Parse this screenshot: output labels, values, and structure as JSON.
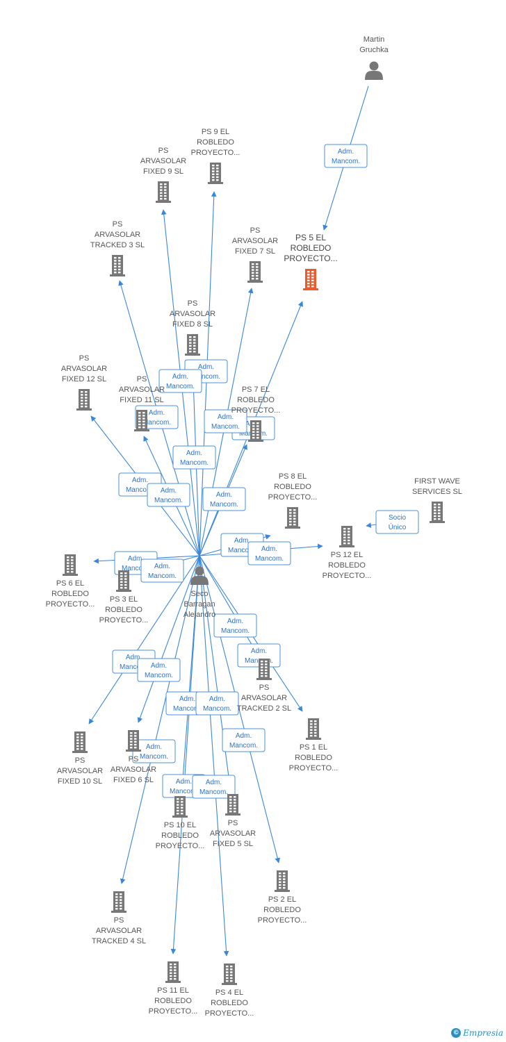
{
  "brand": {
    "copyright_symbol": "©",
    "name": "Empresia"
  },
  "colors": {
    "edge": "#3a87d6",
    "building": "#777777",
    "building_highlight": "#f05a28",
    "person": "#777777"
  },
  "nodes": [
    {
      "id": "martin",
      "kind": "person",
      "icon": "person-icon",
      "label": [
        "Martin",
        "Gruchka"
      ]
    },
    {
      "id": "seco",
      "kind": "person",
      "icon": "person-icon",
      "label": [
        "Seco",
        "Barragan",
        "Alejandro"
      ]
    },
    {
      "id": "ps5",
      "kind": "company",
      "highlight": true,
      "icon": "building-icon",
      "label": [
        "PS 5 EL",
        "ROBLEDO",
        "PROYECTO..."
      ]
    },
    {
      "id": "ps9",
      "kind": "company",
      "icon": "building-icon",
      "label": [
        "PS 9 EL",
        "ROBLEDO",
        "PROYECTO..."
      ]
    },
    {
      "id": "arvf9",
      "kind": "company",
      "icon": "building-icon",
      "label": [
        "PS",
        "ARVASOLAR",
        "FIXED 9 SL"
      ]
    },
    {
      "id": "arvt3",
      "kind": "company",
      "icon": "building-icon",
      "label": [
        "PS",
        "ARVASOLAR",
        "TRACKED 3 SL"
      ]
    },
    {
      "id": "arvf7",
      "kind": "company",
      "icon": "building-icon",
      "label": [
        "PS",
        "ARVASOLAR",
        "FIXED 7 SL"
      ]
    },
    {
      "id": "arvf8",
      "kind": "company",
      "icon": "building-icon",
      "label": [
        "PS",
        "ARVASOLAR",
        "FIXED 8 SL"
      ]
    },
    {
      "id": "arvf12",
      "kind": "company",
      "icon": "building-icon",
      "label": [
        "PS",
        "ARVASOLAR",
        "FIXED 12 SL"
      ]
    },
    {
      "id": "arvf11",
      "kind": "company",
      "icon": "building-icon",
      "label": [
        "PS",
        "ARVASOLAR",
        "FIXED 11 SL"
      ]
    },
    {
      "id": "ps7",
      "kind": "company",
      "icon": "building-icon",
      "label": [
        "PS 7 EL",
        "ROBLEDO",
        "PROYECTO..."
      ]
    },
    {
      "id": "ps8",
      "kind": "company",
      "icon": "building-icon",
      "label": [
        "PS 8 EL",
        "ROBLEDO",
        "PROYECTO..."
      ]
    },
    {
      "id": "firstwave",
      "kind": "company",
      "icon": "building-icon",
      "label": [
        "FIRST WAVE",
        "SERVICES SL"
      ]
    },
    {
      "id": "ps12",
      "kind": "company",
      "icon": "building-icon",
      "label": [
        "PS 12 EL",
        "ROBLEDO",
        "PROYECTO..."
      ]
    },
    {
      "id": "ps6",
      "kind": "company",
      "icon": "building-icon",
      "label": [
        "PS 6 EL",
        "ROBLEDO",
        "PROYECTO..."
      ]
    },
    {
      "id": "ps3",
      "kind": "company",
      "icon": "building-icon",
      "label": [
        "PS 3 EL",
        "ROBLEDO",
        "PROYECTO..."
      ]
    },
    {
      "id": "arvt2",
      "kind": "company",
      "icon": "building-icon",
      "label": [
        "PS",
        "ARVASOLAR",
        "TRACKED 2 SL"
      ]
    },
    {
      "id": "ps1",
      "kind": "company",
      "icon": "building-icon",
      "label": [
        "PS 1 EL",
        "ROBLEDO",
        "PROYECTO..."
      ]
    },
    {
      "id": "arvf10",
      "kind": "company",
      "icon": "building-icon",
      "label": [
        "PS",
        "ARVASOLAR",
        "FIXED 10 SL"
      ]
    },
    {
      "id": "arvf6",
      "kind": "company",
      "icon": "building-icon",
      "label": [
        "PS",
        "ARVASOLAR",
        "FIXED 6 SL"
      ]
    },
    {
      "id": "ps10",
      "kind": "company",
      "icon": "building-icon",
      "label": [
        "PS 10 EL",
        "ROBLEDO",
        "PROYECTO..."
      ]
    },
    {
      "id": "arvf5",
      "kind": "company",
      "icon": "building-icon",
      "label": [
        "PS",
        "ARVASOLAR",
        "FIXED 5 SL"
      ]
    },
    {
      "id": "ps2",
      "kind": "company",
      "icon": "building-icon",
      "label": [
        "PS 2 EL",
        "ROBLEDO",
        "PROYECTO..."
      ]
    },
    {
      "id": "arvt4",
      "kind": "company",
      "icon": "building-icon",
      "label": [
        "PS",
        "ARVASOLAR",
        "TRACKED 4 SL"
      ]
    },
    {
      "id": "ps11",
      "kind": "company",
      "icon": "building-icon",
      "label": [
        "PS 11 EL",
        "ROBLEDO",
        "PROYECTO..."
      ]
    },
    {
      "id": "ps4",
      "kind": "company",
      "icon": "building-icon",
      "label": [
        "PS 4 EL",
        "ROBLEDO",
        "PROYECTO..."
      ]
    }
  ],
  "edges": [
    {
      "from": "martin",
      "to": "ps5",
      "label": [
        "Adm.",
        "Mancom."
      ]
    },
    {
      "from": "firstwave",
      "to": "ps12",
      "label": [
        "Socio",
        "Único"
      ]
    },
    {
      "from": "seco",
      "to": "ps9",
      "label": [
        "Adm.",
        "Mancom."
      ]
    },
    {
      "from": "seco",
      "to": "arvf9",
      "label": [
        "Adm.",
        "Mancom."
      ]
    },
    {
      "from": "seco",
      "to": "arvt3",
      "label": [
        "Adm.",
        "Mancom."
      ]
    },
    {
      "from": "seco",
      "to": "arvf7",
      "label": [
        "Adm.",
        "Mancom."
      ]
    },
    {
      "from": "seco",
      "to": "ps5",
      "label": [
        "Adm.",
        "Mancom."
      ]
    },
    {
      "from": "seco",
      "to": "arvf8",
      "label": [
        "Adm.",
        "Mancom."
      ]
    },
    {
      "from": "seco",
      "to": "arvf12",
      "label": [
        "Adm.",
        "Mancom."
      ]
    },
    {
      "from": "seco",
      "to": "arvf11",
      "label": [
        "Adm.",
        "Mancom."
      ]
    },
    {
      "from": "seco",
      "to": "ps7",
      "label": [
        "Adm.",
        "Mancom."
      ]
    },
    {
      "from": "seco",
      "to": "ps8",
      "label": [
        "Adm.",
        "Mancom."
      ]
    },
    {
      "from": "seco",
      "to": "ps12",
      "label": [
        "Adm.",
        "Mancom."
      ]
    },
    {
      "from": "seco",
      "to": "ps6",
      "label": [
        "Adm.",
        "Mancom."
      ]
    },
    {
      "from": "seco",
      "to": "ps3",
      "label": [
        "Adm.",
        "Mancom."
      ]
    },
    {
      "from": "seco",
      "to": "arvt2",
      "label": [
        "Adm.",
        "Mancom."
      ]
    },
    {
      "from": "seco",
      "to": "ps1",
      "label": [
        "Adm.",
        "Mancom."
      ]
    },
    {
      "from": "seco",
      "to": "arvf10",
      "label": [
        "Adm.",
        "Mancom."
      ]
    },
    {
      "from": "seco",
      "to": "arvf6",
      "label": [
        "Adm.",
        "Mancom."
      ]
    },
    {
      "from": "seco",
      "to": "ps10",
      "label": [
        "Adm.",
        "Mancom."
      ]
    },
    {
      "from": "seco",
      "to": "arvf5",
      "label": [
        "Adm.",
        "Mancom."
      ]
    },
    {
      "from": "seco",
      "to": "ps2",
      "label": [
        "Adm.",
        "Mancom."
      ]
    },
    {
      "from": "seco",
      "to": "arvt4",
      "label": [
        "Adm.",
        "Mancom."
      ]
    },
    {
      "from": "seco",
      "to": "ps11",
      "label": [
        "Adm.",
        "Mancom."
      ]
    },
    {
      "from": "seco",
      "to": "ps4",
      "label": [
        "Adm.",
        "Mancom."
      ]
    }
  ]
}
